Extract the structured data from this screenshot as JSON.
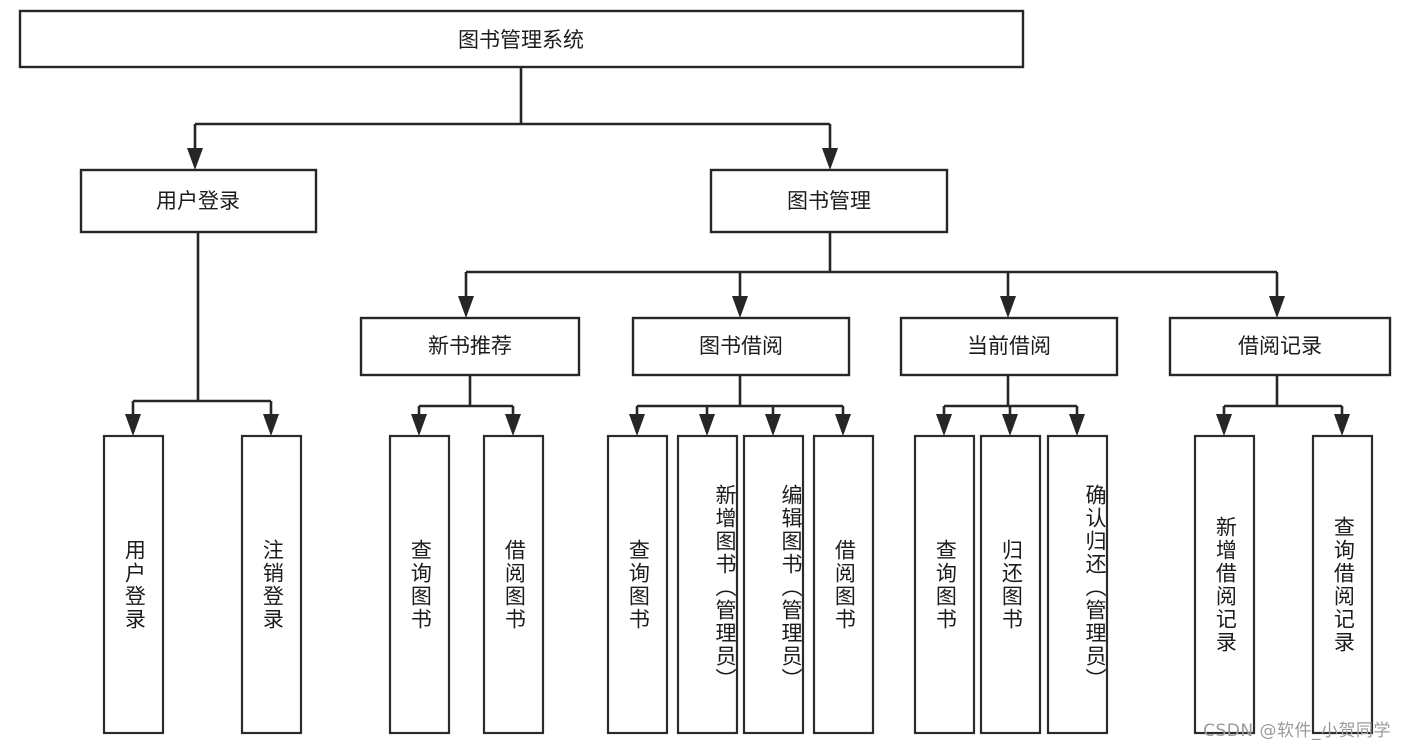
{
  "diagram": {
    "type": "tree-hierarchy",
    "title": "图书管理系统",
    "root": {
      "label": "图书管理系统",
      "level": 1
    },
    "level2": [
      {
        "label": "用户登录"
      },
      {
        "label": "图书管理"
      }
    ],
    "level3": [
      {
        "label": "新书推荐"
      },
      {
        "label": "图书借阅"
      },
      {
        "label": "当前借阅"
      },
      {
        "label": "借阅记录"
      }
    ],
    "leaves": {
      "user_login": [
        {
          "label": "用户登录"
        },
        {
          "label": "注销登录"
        }
      ],
      "new_book_recommend": [
        {
          "label": "查询图书"
        },
        {
          "label": "借阅图书"
        }
      ],
      "book_borrow": [
        {
          "label": "查询图书"
        },
        {
          "label": "新增图书（管理员）"
        },
        {
          "label": "编辑图书（管理员）"
        },
        {
          "label": "借阅图书"
        }
      ],
      "current_borrow": [
        {
          "label": "查询图书"
        },
        {
          "label": "归还图书"
        },
        {
          "label": "确认归还（管理员）"
        }
      ],
      "borrow_record": [
        {
          "label": "新增借阅记录"
        },
        {
          "label": "查询借阅记录"
        }
      ]
    }
  },
  "watermark": {
    "text": "CSDN @软件_小贺同学"
  },
  "colors": {
    "box_stroke": "#262626",
    "connector": "#262626",
    "text": "#1c1c1c",
    "background": "#ffffff",
    "watermark": "#9b9b9b"
  }
}
